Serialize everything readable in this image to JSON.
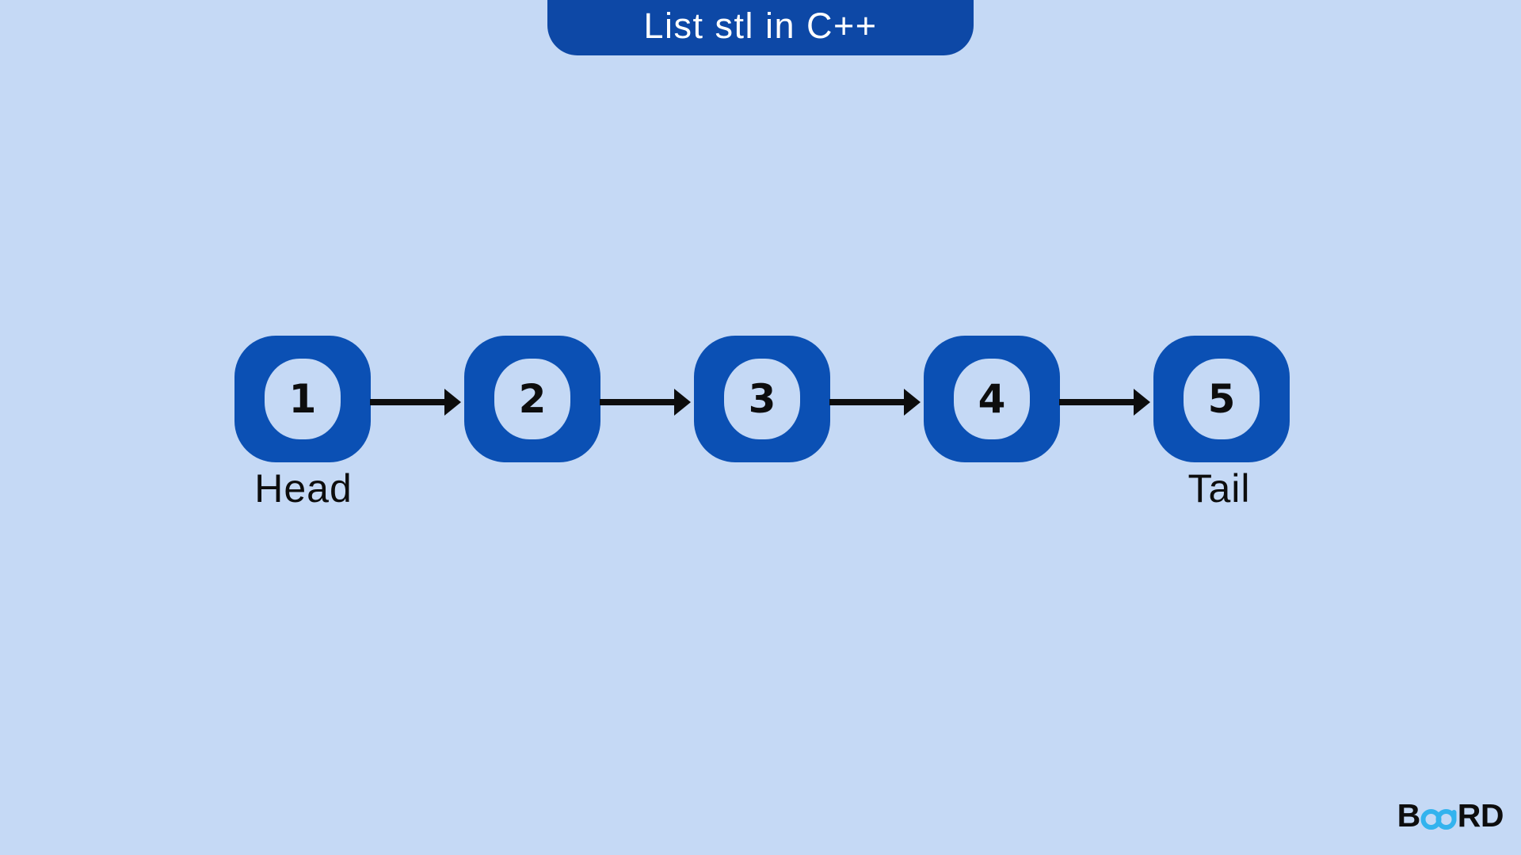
{
  "title": "List stl in C++",
  "diagram": {
    "nodes": [
      {
        "value": "1"
      },
      {
        "value": "2"
      },
      {
        "value": "3"
      },
      {
        "value": "4"
      },
      {
        "value": "5"
      }
    ],
    "head_label": "Head",
    "tail_label": "Tail"
  },
  "logo": {
    "prefix": "B",
    "suffix": "RD",
    "icon": "infinity-icon"
  },
  "colors": {
    "background": "#c5d9f5",
    "node_blue": "#0b50b4",
    "banner_blue": "#0d48a6",
    "ink": "#0d0d0d",
    "logo_cyan": "#33b3ee"
  }
}
